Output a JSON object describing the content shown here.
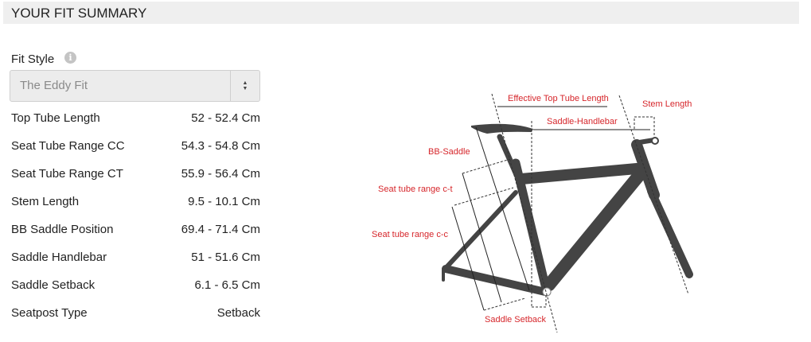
{
  "header": {
    "title": "YOUR FIT SUMMARY"
  },
  "fit_style": {
    "label": "Fit Style",
    "info_icon": "info-icon",
    "selected": "The Eddy Fit"
  },
  "measurements": [
    {
      "label": "Top Tube Length",
      "value": "52 - 52.4 Cm"
    },
    {
      "label": "Seat Tube Range CC",
      "value": "54.3 - 54.8 Cm"
    },
    {
      "label": "Seat Tube Range CT",
      "value": "55.9 - 56.4 Cm"
    },
    {
      "label": "Stem Length",
      "value": "9.5 - 10.1 Cm"
    },
    {
      "label": "BB Saddle Position",
      "value": "69.4 - 71.4 Cm"
    },
    {
      "label": "Saddle Handlebar",
      "value": "51 - 51.6 Cm"
    },
    {
      "label": "Saddle Setback",
      "value": "6.1 - 6.5 Cm"
    },
    {
      "label": "Seatpost Type",
      "value": "Setback"
    }
  ],
  "diagram": {
    "labels": {
      "top_tube": "Effective Top Tube Length",
      "stem": "Stem Length",
      "saddle_handlebar": "Saddle-Handlebar",
      "bb_saddle": "BB-Saddle",
      "seat_ct": "Seat tube range c-t",
      "seat_cc": "Seat tube range c-c",
      "setback": "Saddle Setback"
    },
    "colors": {
      "label": "#d6262b",
      "frame": "#444444"
    }
  }
}
